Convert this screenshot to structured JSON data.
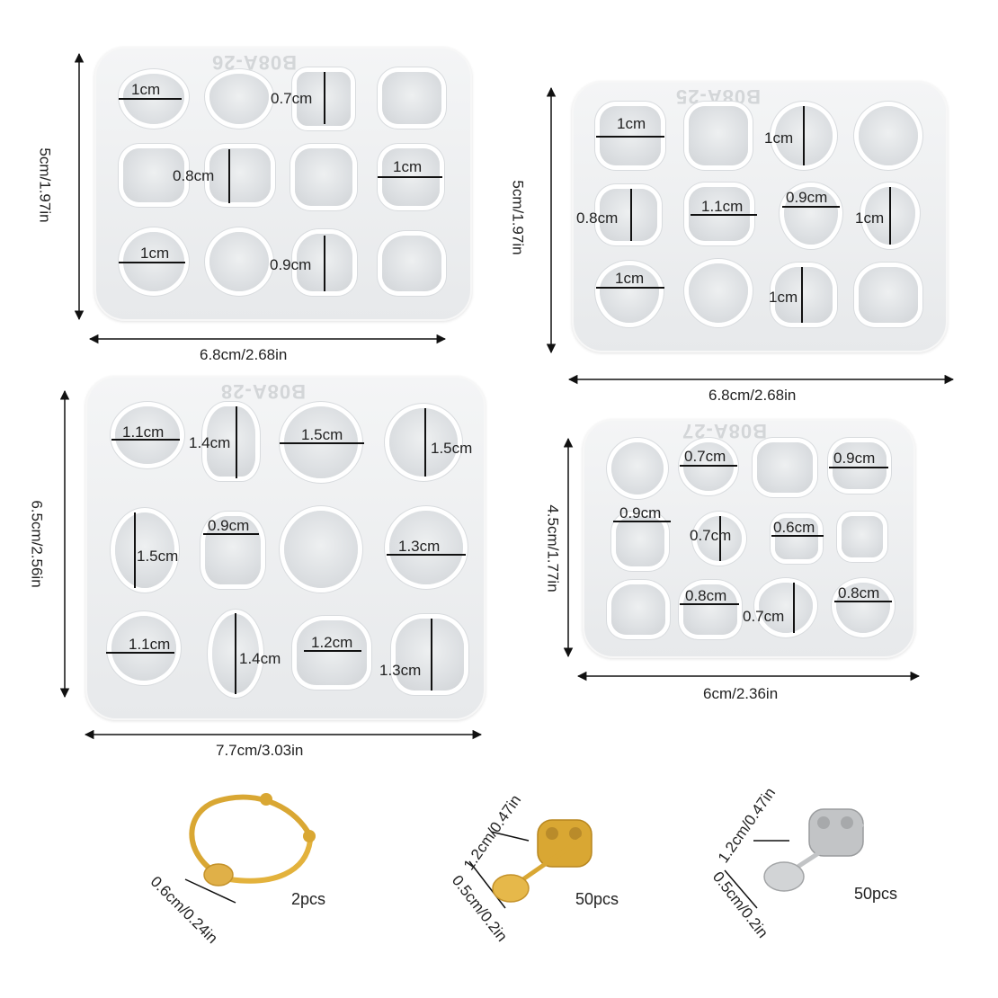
{
  "molds": [
    {
      "stamp": "B08A-26",
      "width_label": "6.8cm/2.68in",
      "height_label": "5cm/1.97in",
      "cavity_labels": [
        "1cm",
        "0.7cm",
        "0.8cm",
        "1cm",
        "1cm",
        "0.9cm"
      ]
    },
    {
      "stamp": "B08A-25",
      "width_label": "6.8cm/2.68in",
      "height_label": "5cm/1.97in",
      "cavity_labels": [
        "1cm",
        "1cm",
        "0.8cm",
        "1.1cm",
        "0.9cm",
        "1cm",
        "1cm",
        "1cm"
      ]
    },
    {
      "stamp": "B08A-28",
      "width_label": "7.7cm/3.03in",
      "height_label": "6.5cm/2.56in",
      "cavity_labels": [
        "1.1cm",
        "1.4cm",
        "1.5cm",
        "1.5cm",
        "1.5cm",
        "0.9cm",
        "1.3cm",
        "1.1cm",
        "1.4cm",
        "1.2cm",
        "1.3cm"
      ]
    },
    {
      "stamp": "B08A-27",
      "width_label": "6cm/2.36in",
      "height_label": "4.5cm/1.77in",
      "cavity_labels": [
        "0.7cm",
        "0.9cm",
        "0.9cm",
        "0.7cm",
        "0.6cm",
        "0.8cm",
        "0.7cm",
        "0.8cm"
      ]
    }
  ],
  "accessories": [
    {
      "name": "ring",
      "size_label": "0.6cm/0.24in",
      "count": "2pcs",
      "color": "#d9a733"
    },
    {
      "name": "gold-earring-post",
      "size_label_top": "1.2cm/0.47in",
      "size_label_bottom": "0.5cm/0.2in",
      "count": "50pcs",
      "color": "#d9a733"
    },
    {
      "name": "silver-earring-post",
      "size_label_top": "1.2cm/0.47in",
      "size_label_bottom": "0.5cm/0.2in",
      "count": "50pcs",
      "color": "#c2c4c6"
    }
  ]
}
